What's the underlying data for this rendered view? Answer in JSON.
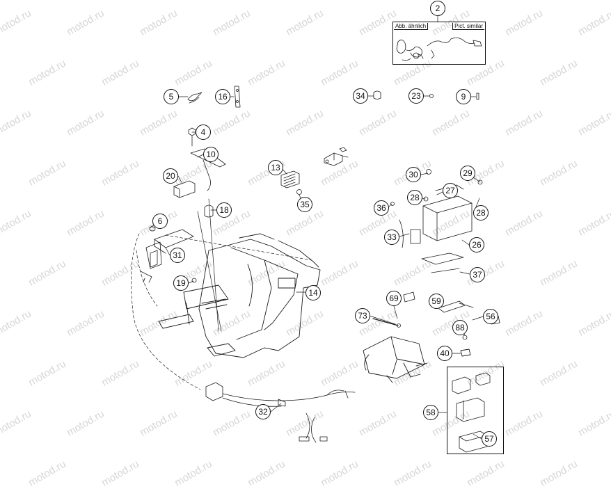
{
  "watermark_text": "motod.ru",
  "reference_box": {
    "label_left": "Abb. ähnlich",
    "label_right": "Pict. similar"
  },
  "callouts": {
    "p2": "2",
    "p5": "5",
    "p16": "16",
    "p34": "34",
    "p23": "23",
    "p9": "9",
    "p4": "4",
    "p10": "10",
    "p20": "20",
    "p13": "13",
    "p35": "35",
    "p18": "18",
    "p6": "6",
    "p31": "31",
    "p19": "19",
    "p14": "14",
    "p30": "30",
    "p29": "29",
    "p27": "27",
    "p28a": "28",
    "p28b": "28",
    "p36": "36",
    "p33": "33",
    "p26": "26",
    "p37": "37",
    "p69": "69",
    "p59": "59",
    "p73": "73",
    "p56": "56",
    "p88": "88",
    "p40": "40",
    "p58": "58",
    "p57": "57",
    "p32": "32"
  },
  "colors": {
    "line": "#1a1a1a",
    "watermark": "#d6d6d6",
    "shade": "#bdbdbd"
  }
}
